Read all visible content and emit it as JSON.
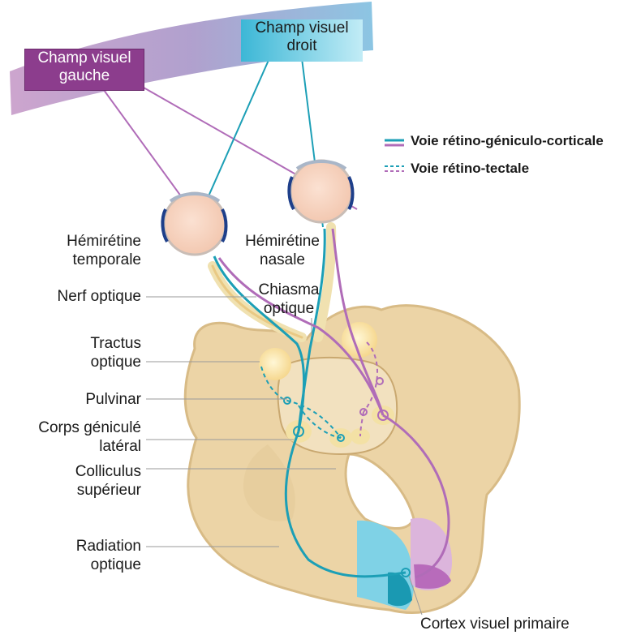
{
  "visual_fields": {
    "left": [
      "Champ visuel",
      "gauche"
    ],
    "right": [
      "Champ visuel",
      "droit"
    ]
  },
  "legend": {
    "solid": "Voie rétino-géniculo-corticale",
    "dashed": "Voie rétino-tectale"
  },
  "labels": {
    "hemiretina_temporal": [
      "Hémirétine",
      "temporale"
    ],
    "hemiretina_nasal": [
      "Hémirétine",
      "nasale"
    ],
    "optic_nerve": "Nerf optique",
    "chiasm": [
      "Chiasma",
      "optique"
    ],
    "tract": [
      "Tractus",
      "optique"
    ],
    "pulvinar": "Pulvinar",
    "lgn": [
      "Corps géniculé",
      "latéral"
    ],
    "colliculus": [
      "Colliculus",
      "supérieur"
    ],
    "radiation": [
      "Radiation",
      "optique"
    ],
    "cortex": "Cortex visuel primaire"
  },
  "colors": {
    "teal": "#1c9fb6",
    "violet": "#b06cb8",
    "tissue": "#ecd4a6",
    "tissue_edge": "#d8bb86",
    "field_left": "#8c3d8d",
    "field_right": "#7ed0e8"
  }
}
